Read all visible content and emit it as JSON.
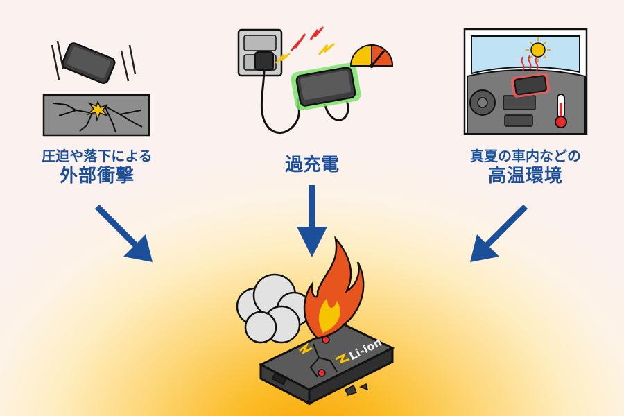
{
  "causes": [
    {
      "line1": "圧迫や落下による",
      "line2": "外部衝撃",
      "icon": "impact-drop-icon"
    },
    {
      "line1": "過充電",
      "icon": "overcharge-icon"
    },
    {
      "line1": "真夏の車内などの",
      "line2": "高温環境",
      "icon": "hot-car-icon"
    }
  ],
  "battery": {
    "label": "Li-ion",
    "icon": "burning-battery-icon"
  },
  "colors": {
    "arrow": "#1b4f9a",
    "label": "#1b4f9a",
    "fire": "#e8541e",
    "glow": "#f9a400"
  }
}
